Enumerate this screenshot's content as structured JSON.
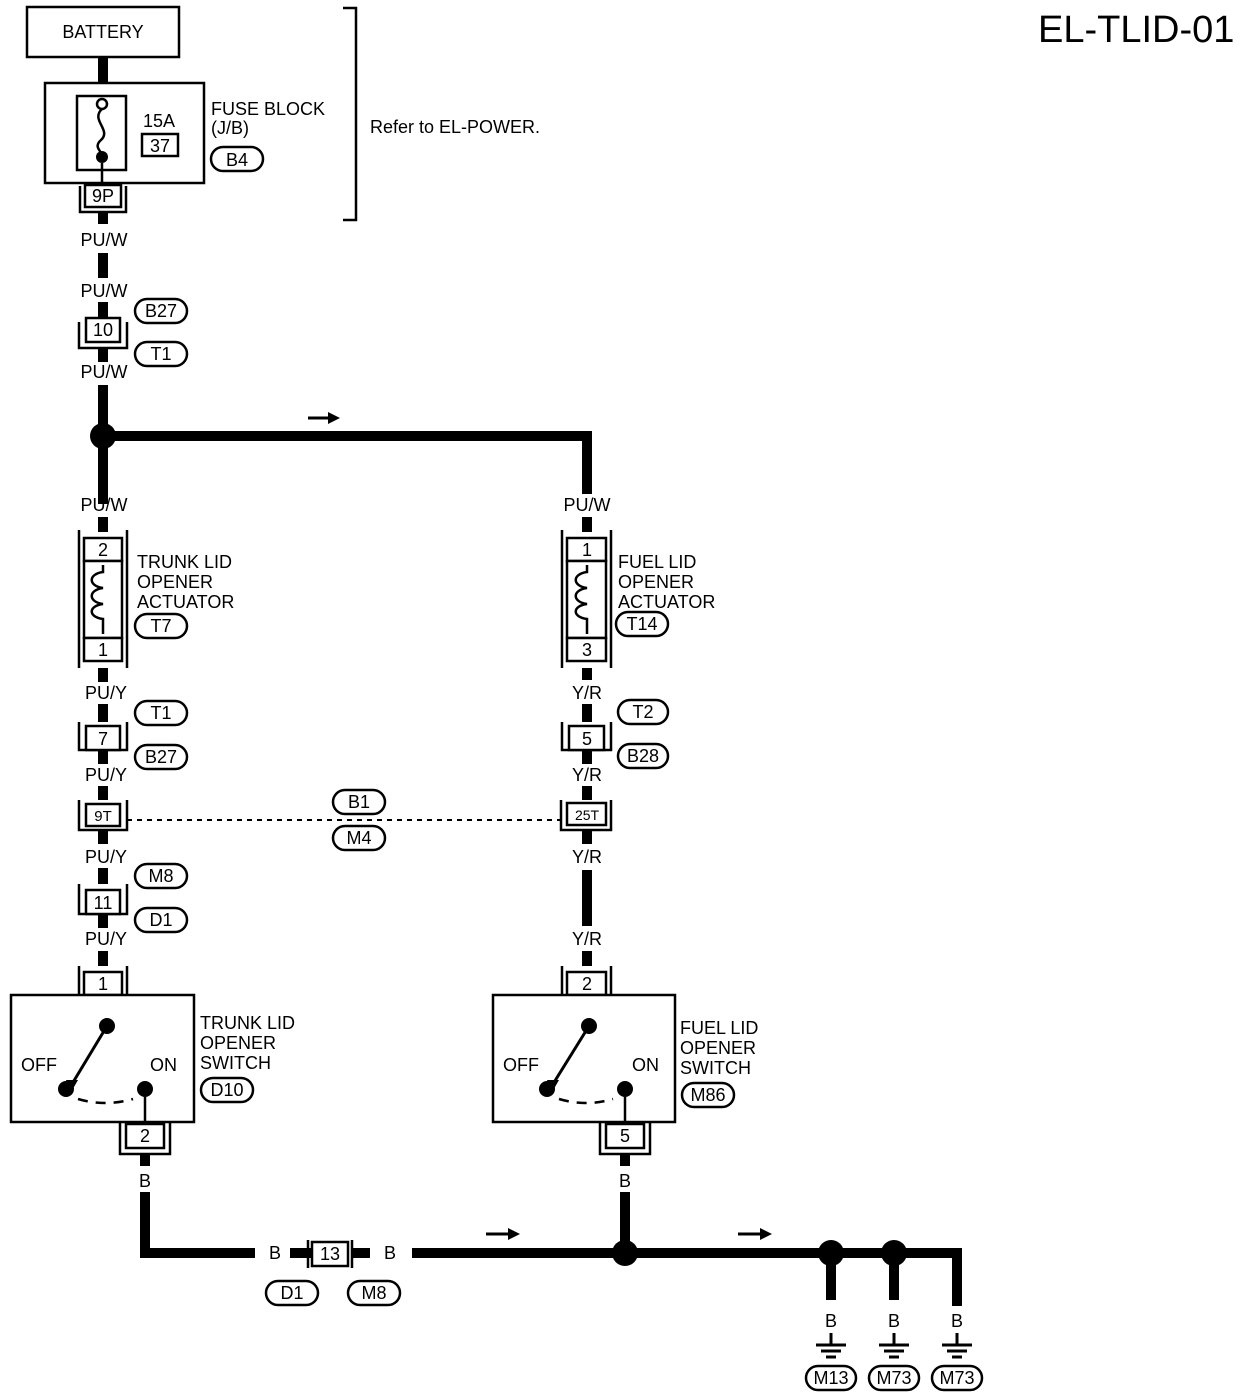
{
  "title": "EL-TLID-01",
  "battery": "BATTERY",
  "fuse": {
    "amp": "15A",
    "num": "37",
    "block": "FUSE BLOCK",
    "jb": "(J/B)",
    "conn": "B4",
    "term": "9P"
  },
  "refer": "Refer to  EL-POWER.",
  "wires": {
    "puw": "PU/W",
    "puy": "PU/Y",
    "yr": "Y/R",
    "b": "B"
  },
  "connectors": {
    "c10": "10",
    "b27": "B27",
    "t1": "T1",
    "t2": "T2",
    "b28": "B28",
    "c7": "7",
    "c5": "5",
    "c9t": "9T",
    "c25t": "25T",
    "b1": "B1",
    "m4": "M4",
    "c11": "11",
    "m8": "M8",
    "d1": "D1",
    "c13": "13",
    "m13": "M13",
    "m73a": "M73",
    "m73b": "M73"
  },
  "trunk_actuator": {
    "l1": "TRUNK LID",
    "l2": "OPENER",
    "l3": "ACTUATOR",
    "conn": "T7",
    "pin_top": "2",
    "pin_bot": "1"
  },
  "fuel_actuator": {
    "l1": "FUEL LID",
    "l2": "OPENER",
    "l3": "ACTUATOR",
    "conn": "T14",
    "pin_top": "1",
    "pin_bot": "3"
  },
  "trunk_switch": {
    "l1": "TRUNK LID",
    "l2": "OPENER",
    "l3": "SWITCH",
    "conn": "D10",
    "pin_top": "1",
    "pin_bot": "2",
    "off": "OFF",
    "on": "ON"
  },
  "fuel_switch": {
    "l1": "FUEL LID",
    "l2": "OPENER",
    "l3": "SWITCH",
    "conn": "M86",
    "pin_top": "2",
    "pin_bot": "5",
    "off": "OFF",
    "on": "ON"
  }
}
